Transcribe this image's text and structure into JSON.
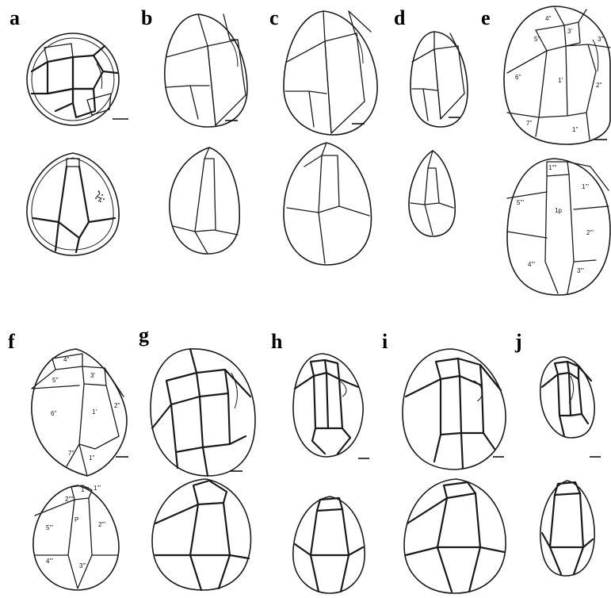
{
  "panels": [
    {
      "id": "a",
      "label": "a"
    },
    {
      "id": "b",
      "label": "b"
    },
    {
      "id": "c",
      "label": "c"
    },
    {
      "id": "d",
      "label": "d"
    },
    {
      "id": "e",
      "label": "e"
    },
    {
      "id": "f",
      "label": "f"
    },
    {
      "id": "g",
      "label": "g"
    },
    {
      "id": "h",
      "label": "h"
    },
    {
      "id": "i",
      "label": "i"
    },
    {
      "id": "j",
      "label": "j"
    }
  ],
  "plate_labels": {
    "e_top": [
      "4''",
      "3'",
      "3''",
      "5''",
      "6''",
      "1'",
      "2''",
      "7''",
      "1''"
    ],
    "e_bottom": [
      "1''''",
      "1'''",
      "5'''",
      "1p",
      "2'''",
      "4'''",
      "3'''"
    ],
    "f_top": [
      "4''",
      "3'",
      "5''",
      "6''",
      "1'",
      "2''",
      "7''",
      "1''"
    ],
    "f_bottom": [
      "2''''",
      "1''''",
      "1'''",
      "5'''",
      "P",
      "2'''",
      "4'''",
      "3'''"
    ]
  },
  "colors": {
    "line": "#1a1a1a",
    "background": "#ffffff"
  }
}
